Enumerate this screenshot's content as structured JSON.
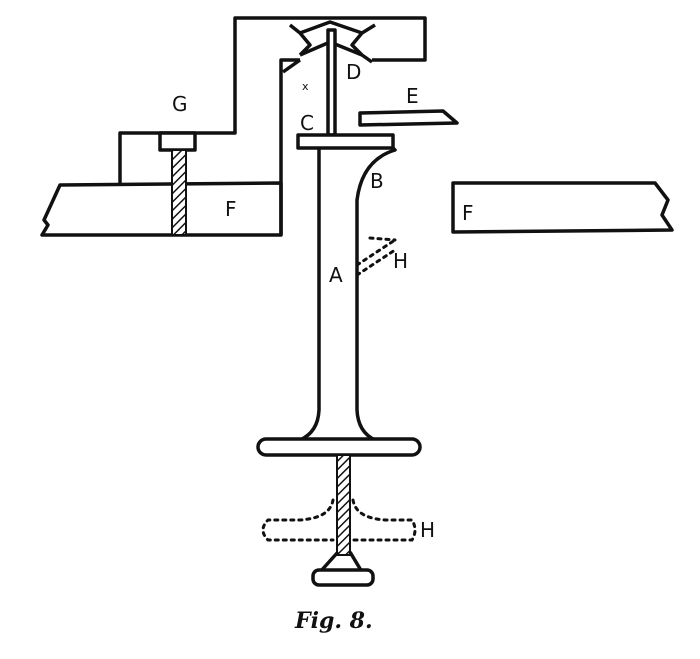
{
  "figure": {
    "caption": "Fig. 8.",
    "labels": {
      "A": "A",
      "B": "B",
      "C": "C",
      "D": "D",
      "E": "E",
      "F_left": "F",
      "F_right": "F",
      "G": "G",
      "H_upper": "H",
      "H_lower": "H",
      "x": "x"
    }
  }
}
